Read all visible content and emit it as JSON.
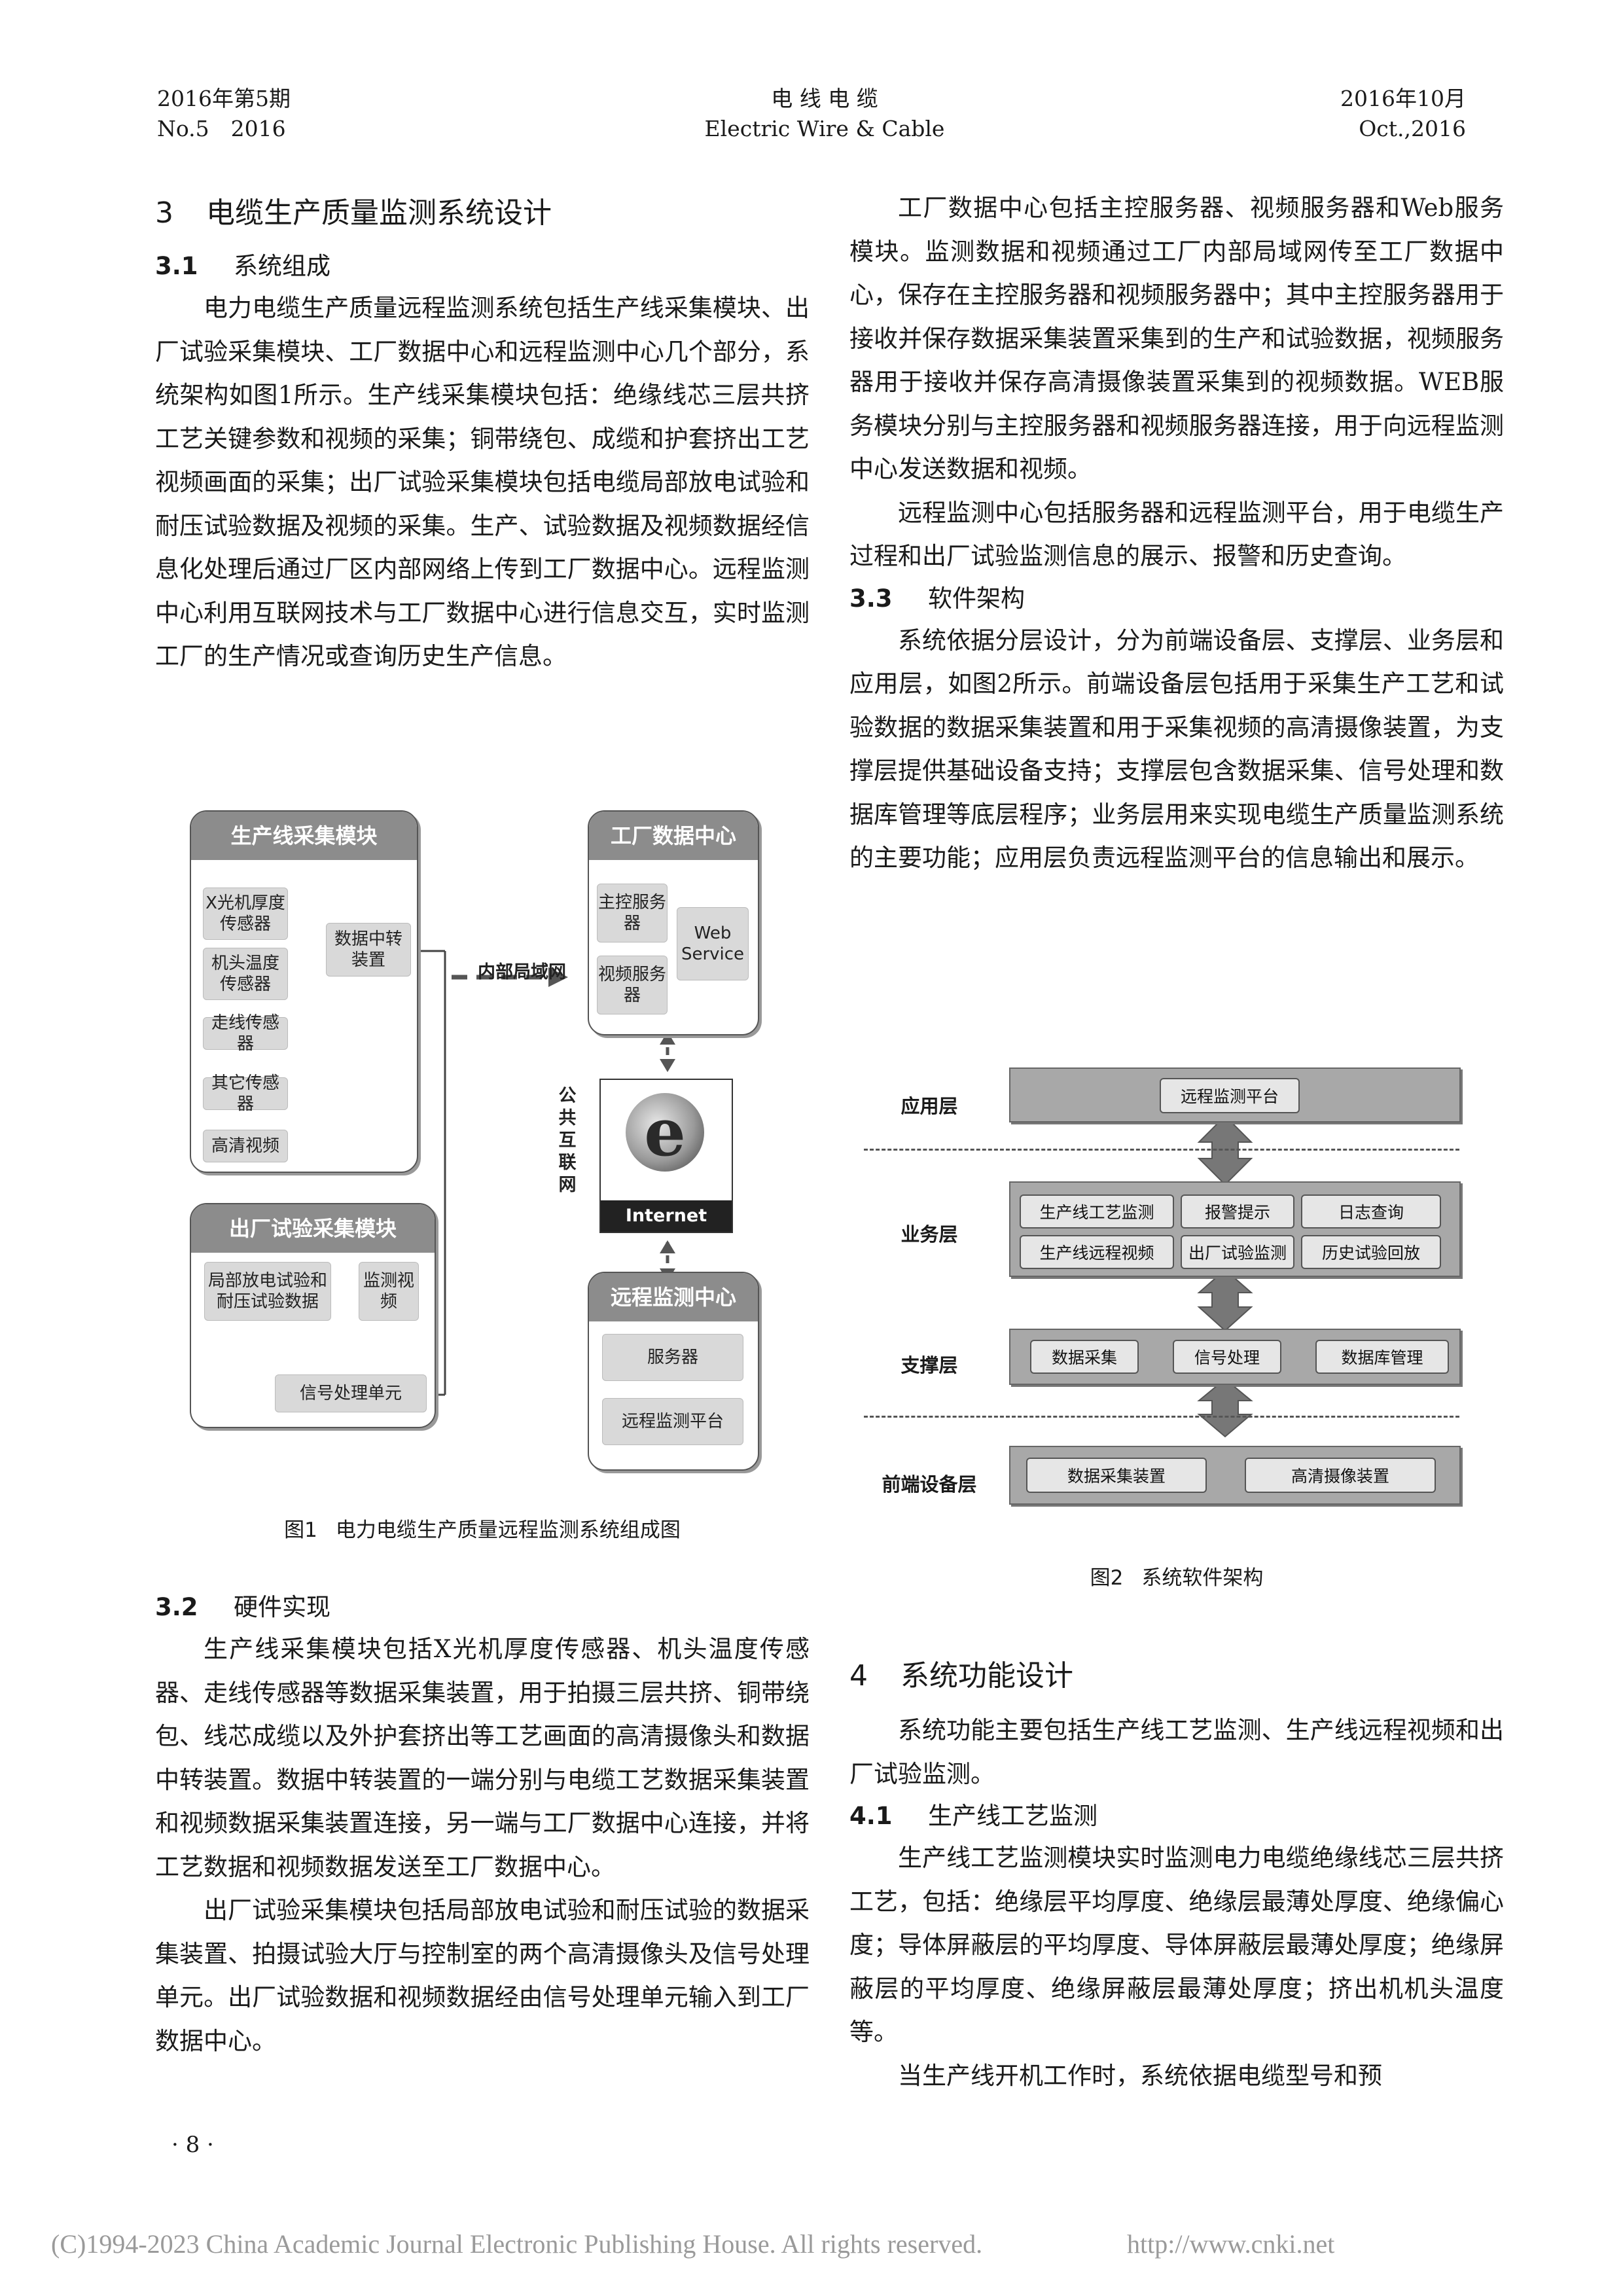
{
  "header": {
    "left_line1": "2016年第5期",
    "left_line2": "No.5　2016",
    "center_line1": "电 线 电 缆",
    "center_line2": "Electric Wire & Cable",
    "right_line1": "2016年10月",
    "right_line2": "Oct.,2016"
  },
  "sec3": {
    "num": "3",
    "title": "电缆生产质量监测系统设计"
  },
  "sec31": {
    "num": "3.1",
    "title": "系统组成",
    "p1": "电力电缆生产质量远程监测系统包括生产线采集模块、出厂试验采集模块、工厂数据中心和远程监测中心几个部分，系统架构如图1所示。生产线采集模块包括：绝缘线芯三层共挤工艺关键参数和视频的采集；铜带绕包、成缆和护套挤出工艺视频画面的采集；出厂试验采集模块包括电缆局部放电试验和耐压试验数据及视频的采集。生产、试验数据及视频数据经信息化处理后通过厂区内部网络上传到工厂数据中心。远程监测中心利用互联网技术与工厂数据中心进行信息交互，实时监测工厂的生产情况或查询历史生产信息。"
  },
  "fig1": {
    "prod_title": "生产线采集模块",
    "prod_items": [
      "X光机厚度传感器",
      "机头温度传感器",
      "走线传感器",
      "其它传感器",
      "高清视频"
    ],
    "relay": "数据中转装置",
    "lan": "内部局域网",
    "dc_title": "工厂数据中心",
    "dc_items": [
      "主控服务器",
      "视频服务器",
      "Web Service"
    ],
    "public_net": "公共互联网",
    "internet": "Internet",
    "test_title": "出厂试验采集模块",
    "test_items": [
      "局部放电试验和耐压试验数据",
      "监测视频",
      "信号处理单元"
    ],
    "remote_title": "远程监测中心",
    "remote_items": [
      "服务器",
      "远程监测平台"
    ],
    "caption_num": "图1",
    "caption": "电力电缆生产质量远程监测系统组成图"
  },
  "sec32": {
    "num": "3.2",
    "title": "硬件实现",
    "p1": "生产线采集模块包括X光机厚度传感器、机头温度传感器、走线传感器等数据采集装置，用于拍摄三层共挤、铜带绕包、线芯成缆以及外护套挤出等工艺画面的高清摄像头和数据中转装置。数据中转装置的一端分别与电缆工艺数据采集装置和视频数据采集装置连接，另一端与工厂数据中心连接，并将工艺数据和视频数据发送至工厂数据中心。",
    "p2": "出厂试验采集模块包括局部放电试验和耐压试验的数据采集装置、拍摄试验大厅与控制室的两个高清摄像头及信号处理单元。出厂试验数据和视频数据经由信号处理单元输入到工厂数据中心。"
  },
  "right": {
    "p1": "工厂数据中心包括主控服务器、视频服务器和Web服务模块。监测数据和视频通过工厂内部局域网传至工厂数据中心，保存在主控服务器和视频服务器中；其中主控服务器用于接收并保存数据采集装置采集到的生产和试验数据，视频服务器用于接收并保存高清摄像装置采集到的视频数据。WEB服务模块分别与主控服务器和视频服务器连接，用于向远程监测中心发送数据和视频。",
    "p2": "远程监测中心包括服务器和远程监测平台，用于电缆生产过程和出厂试验监测信息的展示、报警和历史查询。"
  },
  "sec33": {
    "num": "3.3",
    "title": "软件架构",
    "p1": "系统依据分层设计，分为前端设备层、支撑层、业务层和应用层，如图2所示。前端设备层包括用于采集生产工艺和试验数据的数据采集装置和用于采集视频的高清摄像装置，为支撑层提供基础设备支持；支撑层包含数据采集、信号处理和数据库管理等底层程序；业务层用来实现电缆生产质量监测系统的主要功能；应用层负责远程监测平台的信息输出和展示。"
  },
  "fig2": {
    "layers": [
      {
        "name": "应用层",
        "items": [
          "远程监测平台"
        ]
      },
      {
        "name": "业务层",
        "items": [
          "生产线工艺监测",
          "报警提示",
          "日志查询",
          "生产线远程视频",
          "出厂试验监测",
          "历史试验回放"
        ]
      },
      {
        "name": "支撑层",
        "items": [
          "数据采集",
          "信号处理",
          "数据库管理"
        ]
      },
      {
        "name": "前端设备层",
        "items": [
          "数据采集装置",
          "高清摄像装置"
        ]
      }
    ],
    "caption_num": "图2",
    "caption": "系统软件架构"
  },
  "sec4": {
    "num": "4",
    "title": "系统功能设计",
    "p1": "系统功能主要包括生产线工艺监测、生产线远程视频和出厂试验监测。"
  },
  "sec41": {
    "num": "4.1",
    "title": "生产线工艺监测",
    "p1": "生产线工艺监测模块实时监测电力电缆绝缘线芯三层共挤工艺，包括：绝缘层平均厚度、绝缘层最薄处厚度、绝缘偏心度；导体屏蔽层的平均厚度、导体屏蔽层最薄处厚度；绝缘屏蔽层的平均厚度、绝缘屏蔽层最薄处厚度；挤出机机头温度等。",
    "p2": "当生产线开机工作时，系统依据电缆型号和预"
  },
  "page_number": "· 8 ·",
  "footer": {
    "copyright": "(C)1994-2023 China Academic Journal Electronic Publishing House. All rights reserved.",
    "url": "http://www.cnki.net"
  }
}
